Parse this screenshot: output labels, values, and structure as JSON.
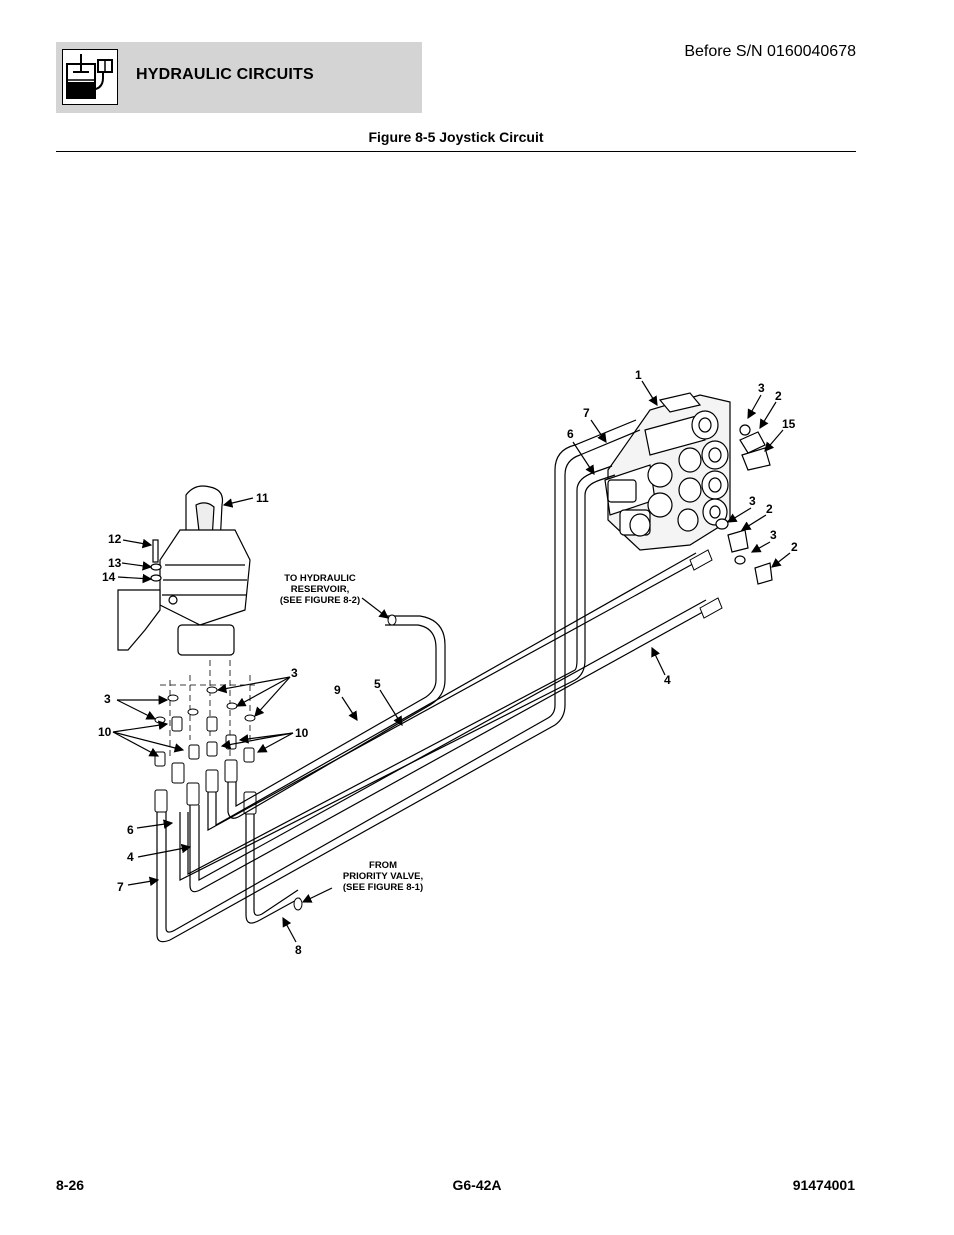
{
  "header": {
    "section_title": "HYDRAULIC CIRCUITS",
    "serial_note": "Before S/N 0160040678",
    "icon": "hydraulic-circuit-icon"
  },
  "figure": {
    "title": "Figure 8-5 Joystick Circuit",
    "callouts": {
      "c1": "1",
      "c2a": "2",
      "c2b": "2",
      "c2c": "2",
      "c3a": "3",
      "c3b": "3",
      "c3c": "3",
      "c3d": "3",
      "c3e": "3",
      "c4a": "4",
      "c4b": "4",
      "c5": "5",
      "c6a": "6",
      "c6b": "6",
      "c7a": "7",
      "c7b": "7",
      "c8": "8",
      "c9": "9",
      "c10a": "10",
      "c10b": "10",
      "c11": "11",
      "c12": "12",
      "c13": "13",
      "c14": "14",
      "c15": "15"
    },
    "notes": {
      "reservoir": [
        "TO HYDRAULIC",
        "RESERVOIR,",
        "(SEE FIGURE 8-2)"
      ],
      "priority": [
        "FROM",
        "PRIORITY VALVE,",
        "(SEE FIGURE 8-1)"
      ]
    }
  },
  "footer": {
    "page": "8-26",
    "model": "G6-42A",
    "doc_number": "91474001"
  }
}
